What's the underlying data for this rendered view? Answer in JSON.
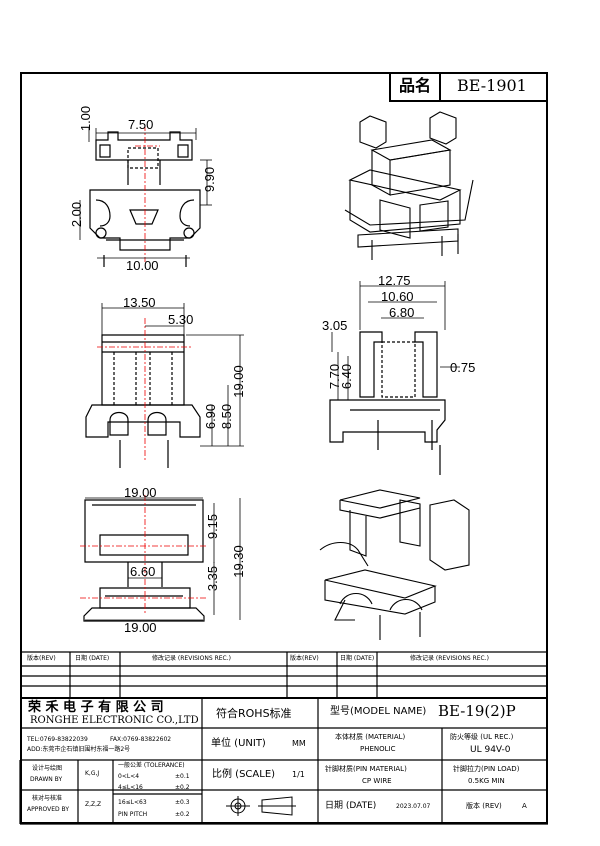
{
  "header": {
    "pin_label": "品名",
    "part_number": "BE-1901"
  },
  "dims": {
    "d750": "7.50",
    "d100": "1.00",
    "d990": "9.90",
    "d200": "2.00",
    "d1000": "10.00",
    "d1350": "13.50",
    "d530": "5.30",
    "d1900a": "19.00",
    "d690": "6.90",
    "d850": "8.50",
    "d1275": "12.75",
    "d1060": "10.60",
    "d680": "6.80",
    "d305": "3.05",
    "d770": "7.70",
    "d640": "6.40",
    "d075": "0.75",
    "d1900b": "19.00",
    "d915": "9.15",
    "d1930": "19.30",
    "d660": "6.60",
    "d335": "3.35",
    "d1900c": "19.00"
  },
  "revision": {
    "cols": [
      "版本(REV)",
      "日期 (DATE)",
      "修改记录 (REVISIONS REC.)",
      "版本(REV)",
      "日期 (DATE)",
      "修改记录 (REVISIONS REC.)"
    ]
  },
  "titleblock": {
    "company_cn": "荣 禾 电 子 有 限 公 司",
    "company_en": "RONGHE ELECTRONIC CO.,LTD",
    "tel": "TEL:0769-83822039",
    "fax": "FAX:0769-83822602",
    "addr": "ADD:东莞市企石镇旧围村东福一路2号",
    "rohs": "符合ROHS标准",
    "model_label": "型号(MODEL NAME)",
    "model_value": "BE-19(2)P",
    "unit_label": "单位 (UNIT)",
    "unit_value": "MM",
    "body_mat_label": "本体材质 (MATERIAL)",
    "body_mat_value": "PHENOLIC",
    "ul_label": "防火等级 (UL REC.)",
    "ul_value": "UL 94V-0",
    "drawn_label_cn": "设计与绘图",
    "drawn_label_en": "DRAWN BY",
    "drawn_value": "K,G,J",
    "tol_title": "一般公差 (TOLERANCE)",
    "tol_rows": [
      [
        "0<L<4",
        "±0.1"
      ],
      [
        "4≤L<16",
        "±0.2"
      ],
      [
        "16≤L<63",
        "±0.3"
      ],
      [
        "PIN PITCH",
        "±0.2"
      ]
    ],
    "scale_label": "比例 (SCALE)",
    "scale_value": "1/1",
    "pin_mat_label": "针脚材质(PIN MATERIAL)",
    "pin_mat_value": "CP WIRE",
    "pin_load_label": "针脚拉力(PIN LOAD)",
    "pin_load_value": "0.5KG MIN",
    "approved_label_cn": "核对与核准",
    "approved_label_en": "APPROVED BY",
    "approved_value": "Z,Z,Z",
    "date_label": "日期 (DATE)",
    "date_value": "2023.07.07",
    "rev_label": "版本 (REV)",
    "rev_value": "A"
  }
}
